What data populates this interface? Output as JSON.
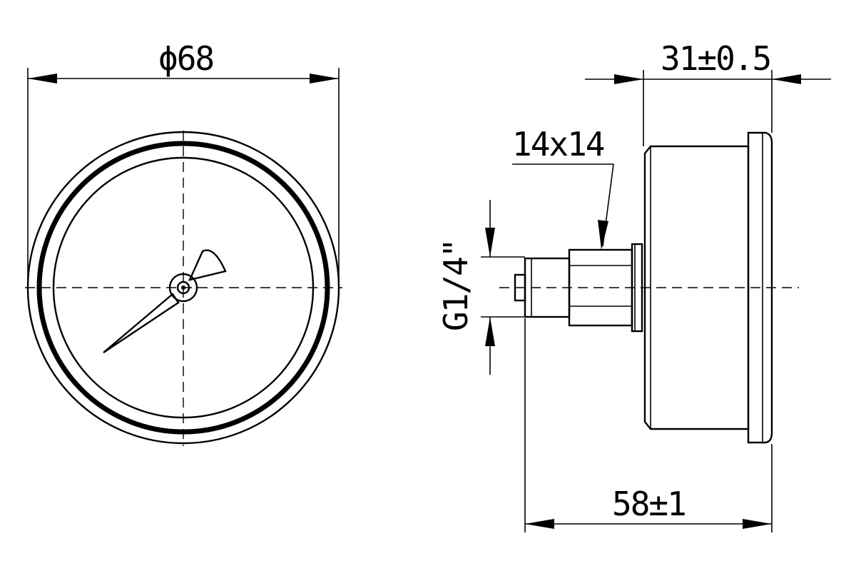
{
  "dimensions": {
    "diameter": "ϕ68",
    "case_depth": "31±0.5",
    "wrench_flat": "14x14",
    "thread": "G1/4\"",
    "overall_length": "58±1"
  }
}
